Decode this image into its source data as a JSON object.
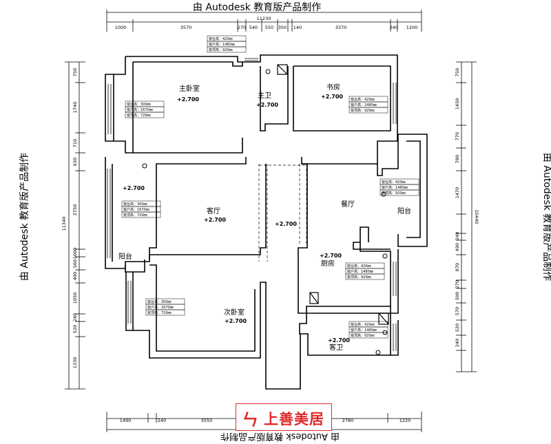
{
  "watermark": {
    "top": "由 Autodesk 教育版产品制作",
    "bottom": "由 Autodesk 教育版产品制作",
    "left": "由 Autodesk 教育版产品制作",
    "right": "由 Autodesk 教育版产品制作"
  },
  "logo": {
    "mark": "ㄣ",
    "text": "上善美居"
  },
  "dimensions": {
    "overall_top": "11230",
    "top": [
      "1000",
      "3570",
      "270",
      "540",
      "550",
      "350",
      "140",
      "3370",
      "240",
      "1200"
    ],
    "bottom": [
      "1490",
      "240",
      "3550",
      "2780",
      "1220"
    ],
    "left_total": "11340",
    "left": [
      "750",
      "1740",
      "710",
      "630",
      "2750",
      "1000",
      "560",
      "400",
      "1050",
      "240",
      "520",
      "1330"
    ],
    "right_total": "10440",
    "right": [
      "750",
      "1450",
      "770",
      "780",
      "1470",
      "240",
      "490",
      "870",
      "270",
      "500",
      "570",
      "520",
      "240"
    ]
  },
  "rooms": [
    {
      "name": "主卧室",
      "level": "+2.700"
    },
    {
      "name": "主卫",
      "level": "+2.700"
    },
    {
      "name": "书房",
      "level": "+2.700"
    },
    {
      "name": "客厅",
      "level": "+2.700"
    },
    {
      "name": "餐厅",
      "level": ""
    },
    {
      "name": "阳台",
      "level": ""
    },
    {
      "name": "阳台",
      "level": ""
    },
    {
      "name": "厨房",
      "level": "+2.700"
    },
    {
      "name": "次卧室",
      "level": "+2.700"
    },
    {
      "name": "客卫",
      "level": "+2.700"
    }
  ],
  "levels": {
    "corridor": "+2.700",
    "living_left": "+2.700"
  },
  "window_tables": [
    {
      "rows": [
        "窗台高：420㎜",
        "窗户高：1480㎜",
        "窗顶高：920㎜"
      ]
    },
    {
      "rows": [
        "窗台高：300㎜",
        "窗户高：1670㎜",
        "窗顶高：720㎜"
      ]
    },
    {
      "rows": [
        "窗台高：420㎜",
        "窗户高：1480㎜",
        "窗顶高：920㎜"
      ]
    },
    {
      "rows": [
        "窗台高：300㎜",
        "窗户高：1670㎜",
        "窗顶高：720㎜"
      ]
    },
    {
      "rows": [
        "窗台高：420㎜",
        "窗户高：1480㎜",
        "窗顶高：920㎜"
      ]
    },
    {
      "rows": [
        "窗台高：420㎜",
        "窗户高：1480㎜",
        "窗顶高：920㎜"
      ]
    },
    {
      "rows": [
        "窗台高：300㎜",
        "窗户高：1670㎜",
        "窗顶高：720㎜"
      ]
    },
    {
      "rows": [
        "窗台高：420㎜",
        "窗户高：1480㎜",
        "窗顶高：920㎜"
      ]
    }
  ]
}
